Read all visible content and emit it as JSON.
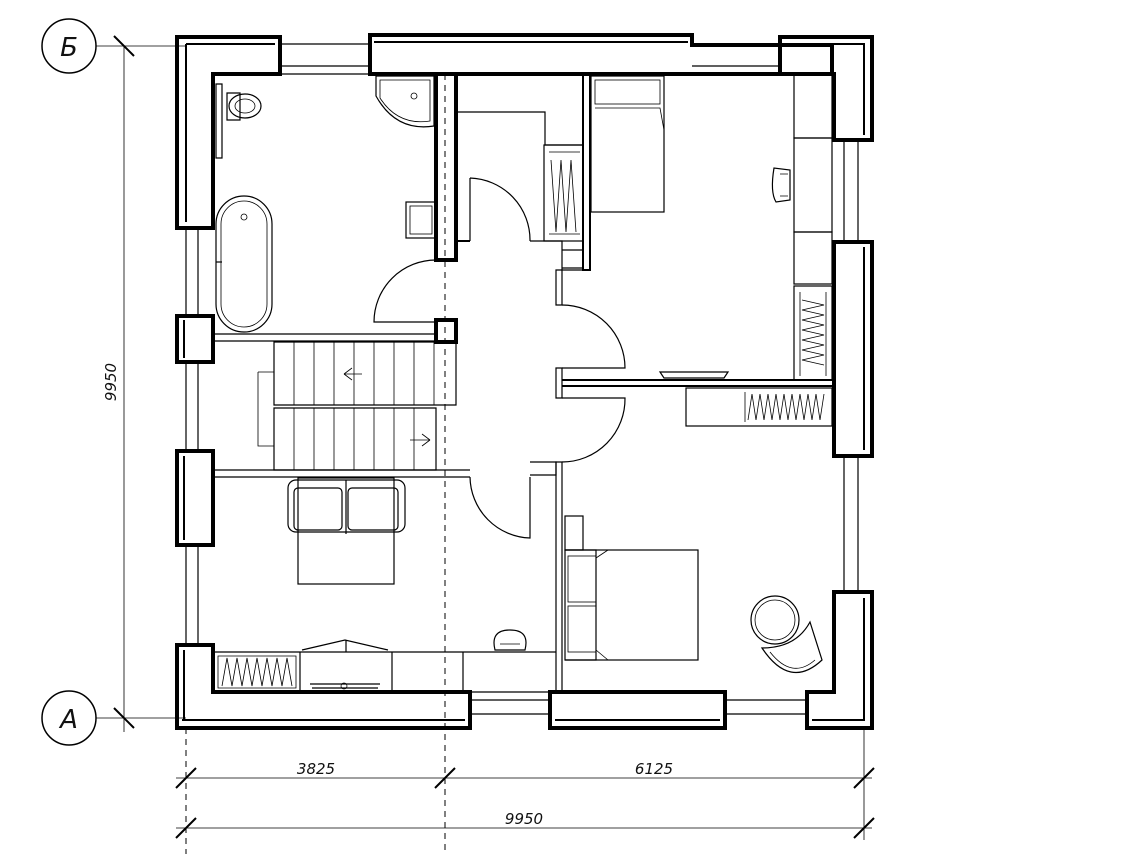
{
  "axes": {
    "top": "Б",
    "bottom": "А"
  },
  "dimensions": {
    "vertical_total": "9950",
    "segment_left": "3825",
    "segment_right": "6125",
    "horizontal_total": "9950"
  }
}
